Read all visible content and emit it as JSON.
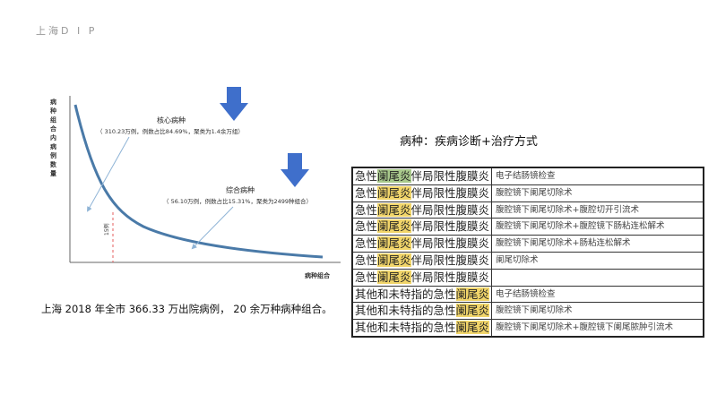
{
  "brand": "上海D I P",
  "chart": {
    "ylabel": "病种组合内病例数量",
    "xlabel": "病种组合",
    "core_title": "核心病种",
    "core_desc": "（ 310.23万例，例数占比84.69%，聚类为1.4余万组）",
    "comp_title": "综合病种",
    "comp_desc": "（ 56.10万例，例数占比15.31%，聚类为2499种组合）",
    "marker": "15例"
  },
  "caption": "上海 2018 年全市 366.33 万出院病例， 20 余万种病种组合。",
  "rhs_title": "病种：疾病诊断+治疗方式",
  "table": {
    "rows": [
      {
        "pre": "急性",
        "hl": "阑尾炎",
        "post": "伴局限性腹膜炎",
        "proc": "电子结肠镜检查",
        "green": true
      },
      {
        "pre": "急性",
        "hl": "阑尾炎",
        "post": "伴局限性腹膜炎",
        "proc": "腹腔镜下阑尾切除术"
      },
      {
        "pre": "急性",
        "hl": "阑尾炎",
        "post": "伴局限性腹膜炎",
        "proc": "腹腔镜下阑尾切除术+腹腔切开引流术"
      },
      {
        "pre": "急性",
        "hl": "阑尾炎",
        "post": "伴局限性腹膜炎",
        "proc": "腹腔镜下阑尾切除术+腹腔镜下肠粘连松解术"
      },
      {
        "pre": "急性",
        "hl": "阑尾炎",
        "post": "伴局限性腹膜炎",
        "proc": "腹腔镜下阑尾切除术+肠粘连松解术"
      },
      {
        "pre": "急性",
        "hl": "阑尾炎",
        "post": "伴局限性腹膜炎",
        "proc": "阑尾切除术"
      },
      {
        "pre": "急性",
        "hl": "阑尾炎",
        "post": "伴局限性腹膜炎",
        "proc": ""
      },
      {
        "pre": "其他和未特指的急性",
        "hl": "阑尾炎",
        "post": "",
        "proc": "电子结肠镜检查"
      },
      {
        "pre": "其他和未特指的急性",
        "hl": "阑尾炎",
        "post": "",
        "proc": "腹腔镜下阑尾切除术"
      },
      {
        "pre": "其他和未特指的急性",
        "hl": "阑尾炎",
        "post": "",
        "proc": "腹腔镜下阑尾切除术+腹腔镜下阑尾脓肿引流术"
      }
    ]
  },
  "colors": {
    "curve": "#4a7aa8",
    "arrow": "#3f6fcb",
    "highlight": "#f1d56a",
    "highlight_green": "#a9c98c"
  }
}
